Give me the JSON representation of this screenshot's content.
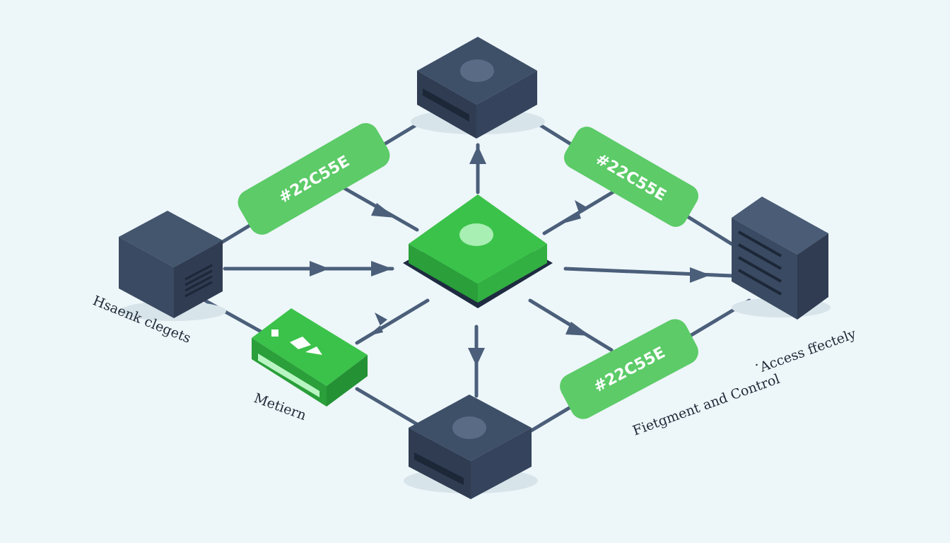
{
  "colors": {
    "background": "#edf6f9",
    "edge": "#4b5f7a",
    "node_dark_top": "#3e4f68",
    "node_dark_side": "#2f3c52",
    "node_green_top": "#3bc24a",
    "node_green_side": "#2a9f3a",
    "tag_fill": "#5ccb68",
    "tag_text": "#ffffff"
  },
  "tags": {
    "left": "#22C55E",
    "right": "#22C55E",
    "bottom": "#22C55E"
  },
  "captions": {
    "left_node": "Hsaenk clegets",
    "platform": "Metiern",
    "right_a": "Fietgment and Control",
    "separator": ".",
    "right_b": "Access ffectely"
  },
  "icons": {
    "top": "server-icon",
    "center": "hub-icon",
    "left": "cabinet-icon",
    "platform": "tray-icon",
    "bottom": "server-icon",
    "right": "tower-server-icon"
  }
}
